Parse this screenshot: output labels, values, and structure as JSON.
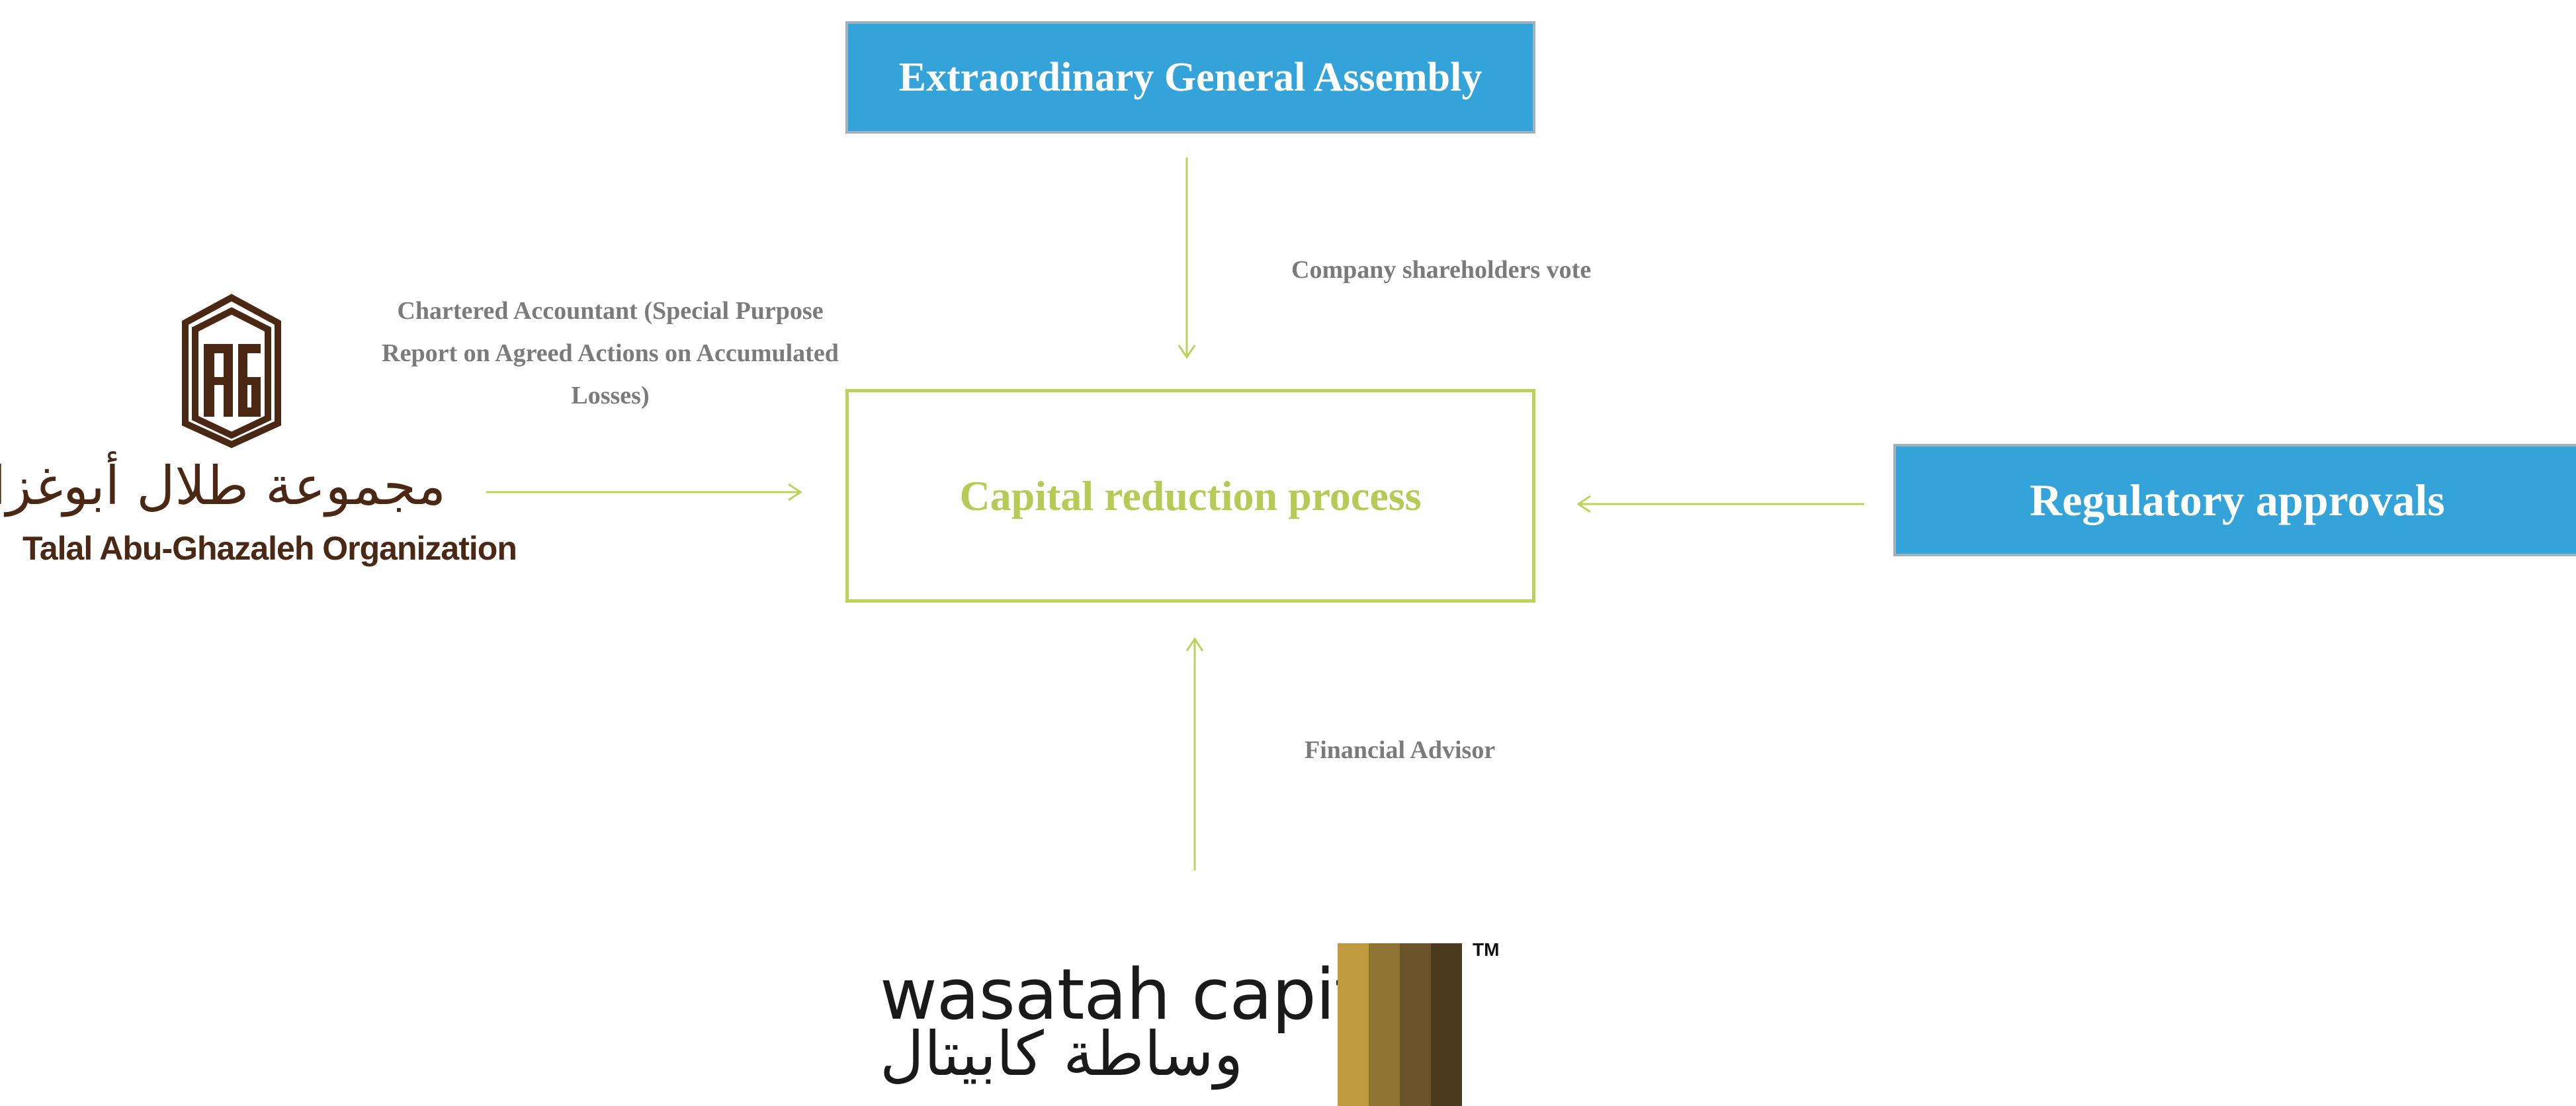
{
  "nodes": {
    "extraordinary_general_assembly": "Extraordinary General Assembly",
    "capital_reduction_process": "Capital reduction process",
    "regulatory_approvals": "Regulatory approvals"
  },
  "edge_labels": {
    "shareholders_vote": "Company shareholders vote",
    "chartered_accountant": "Chartered Accountant (Special Purpose Report on Agreed Actions on Accumulated Losses)",
    "financial_advisor": "Financial Advisor"
  },
  "logos": {
    "tag": {
      "arabic": "مجموعة طلال أبوغزاله",
      "english": "Talal Abu-Ghazaleh Organization",
      "brown": "#4a2814"
    },
    "wasatah": {
      "english": "wasatah capital",
      "arabic": "وساطة كابيتال",
      "trademark": "TM",
      "stripe_colors": [
        "#c09a3e",
        "#8f7332",
        "#6b5429",
        "#4a3b1e"
      ]
    }
  },
  "colors": {
    "blue_box": "#34a3d9",
    "green_accent": "#bfd15a",
    "label_gray": "#7b7b7b"
  }
}
